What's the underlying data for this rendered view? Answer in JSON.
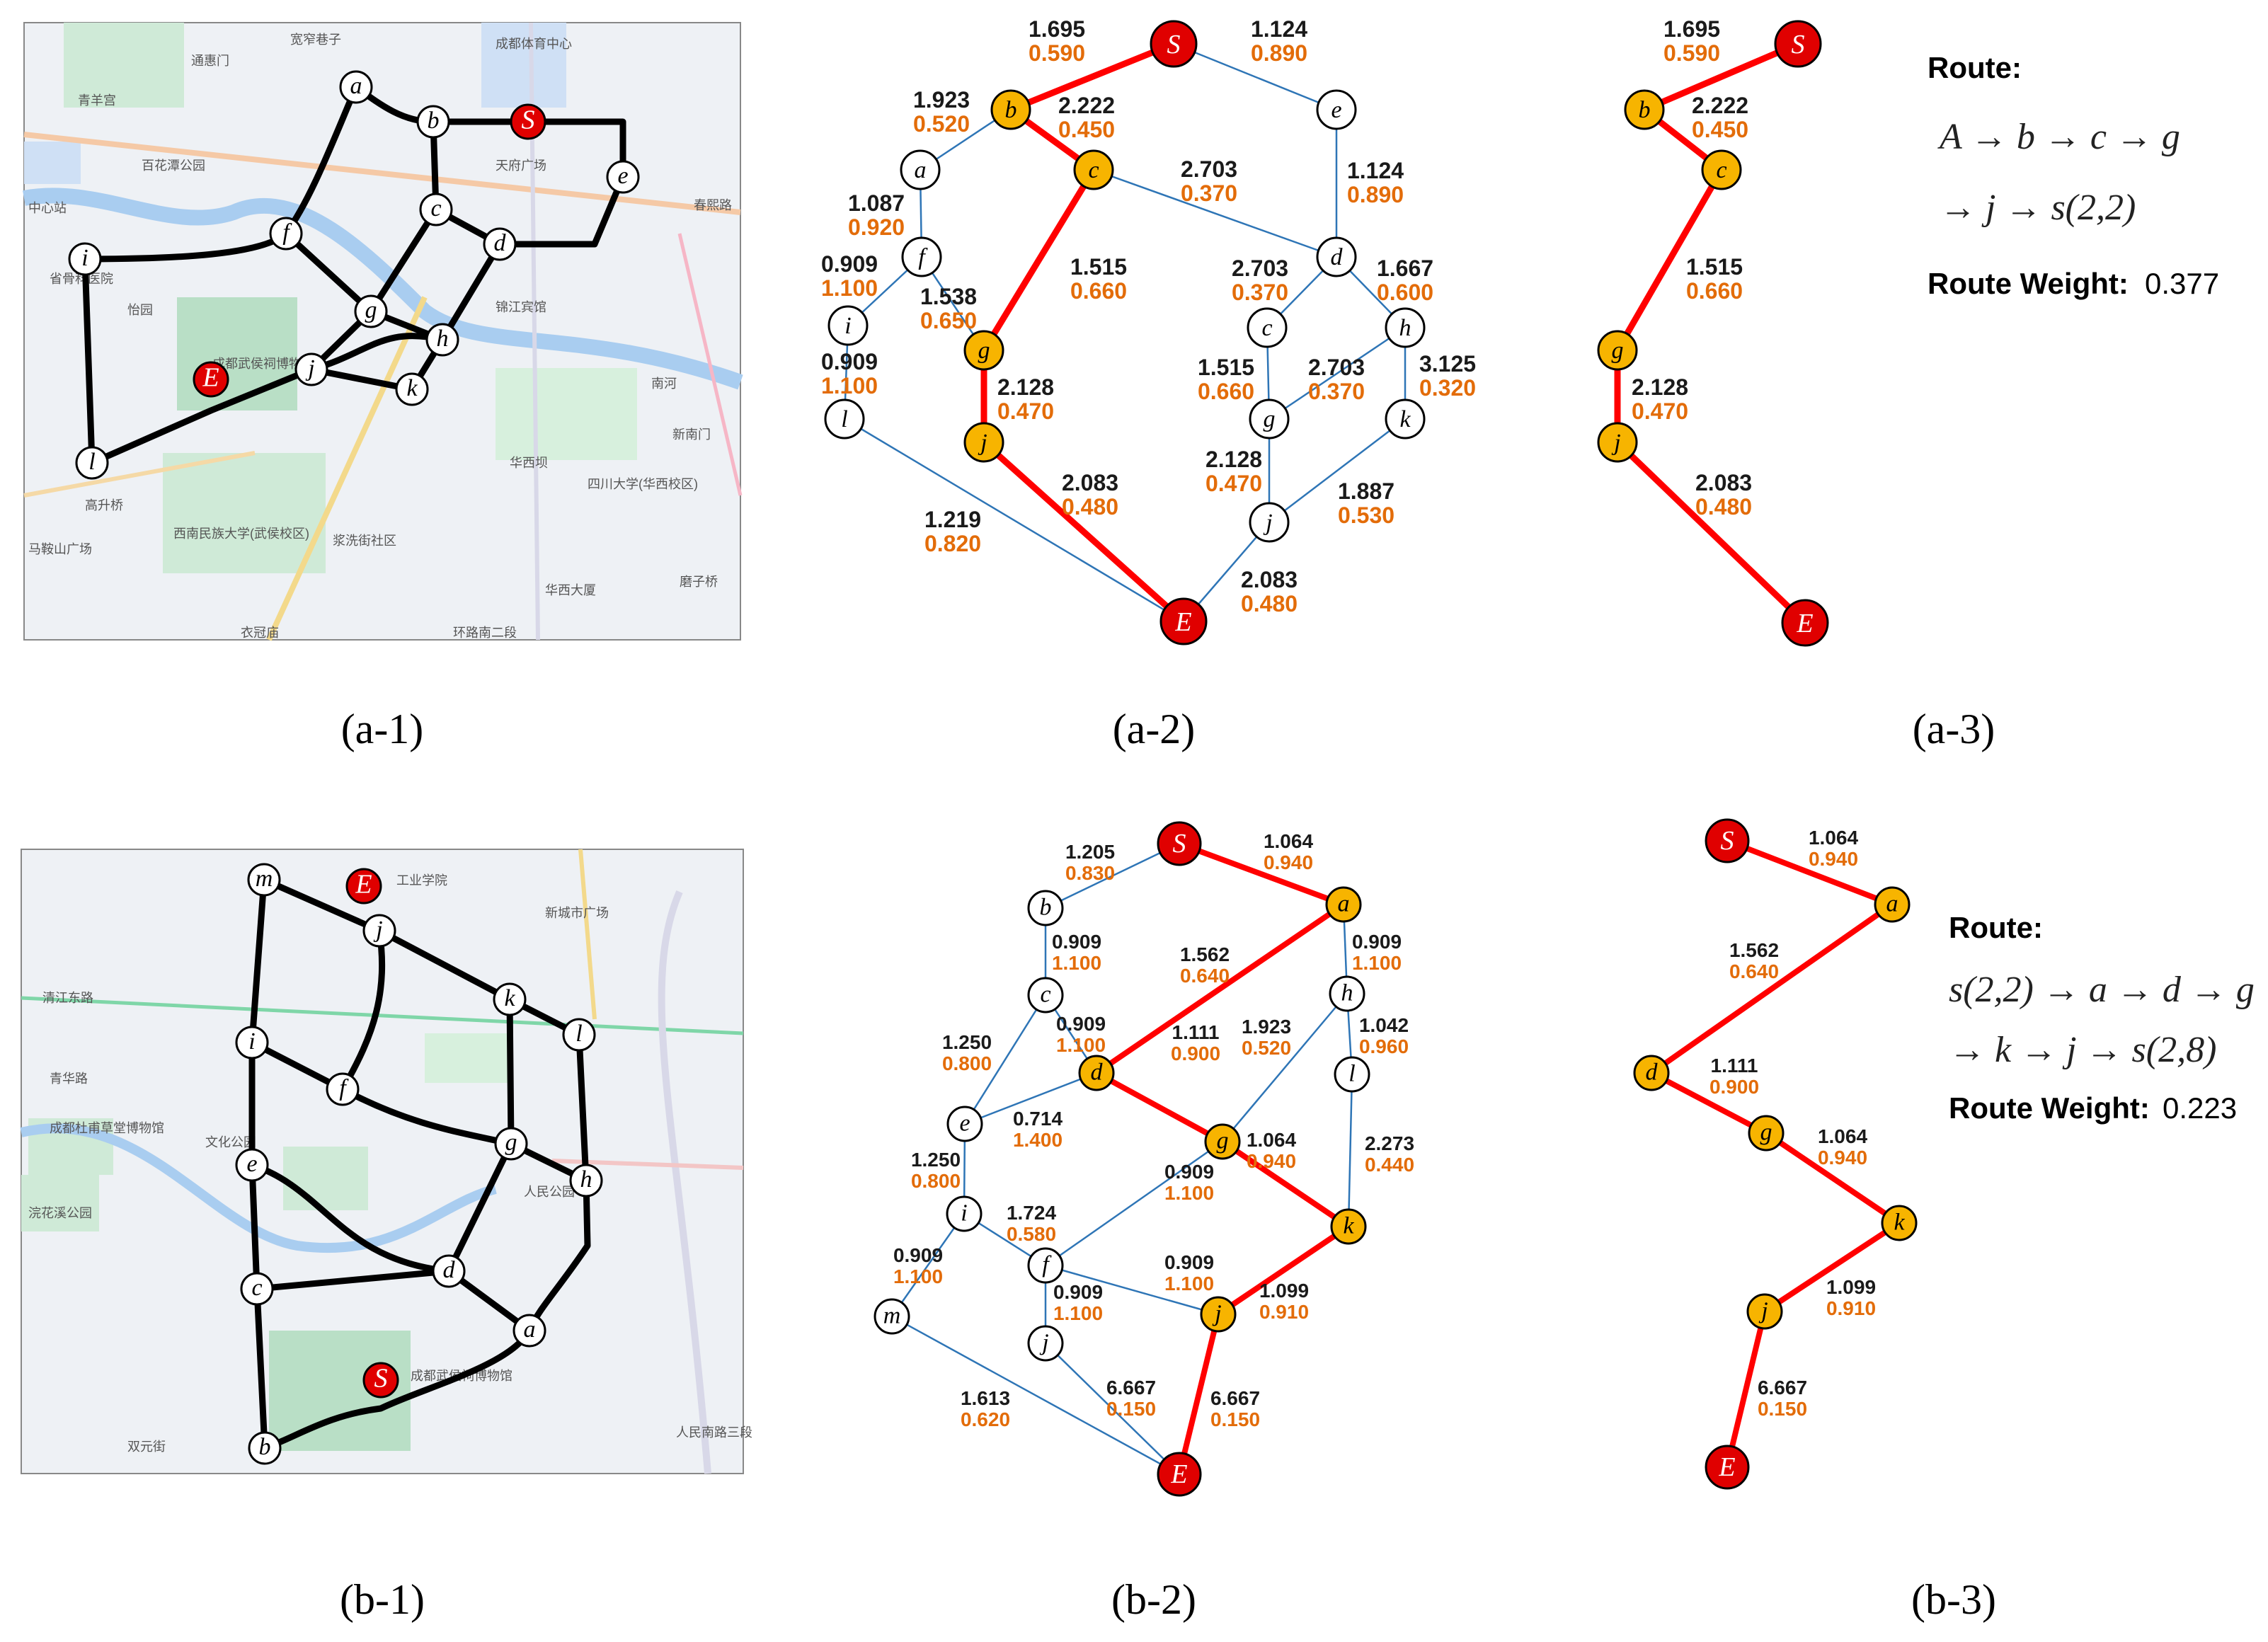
{
  "captions": {
    "a1": "(a-1)",
    "a2": "(a-2)",
    "a3": "(a-3)",
    "b1": "(b-1)",
    "b2": "(b-2)",
    "b3": "(b-3)"
  },
  "panel_a3": {
    "route_title": "Route:",
    "route_line1": "A → b → c → g",
    "route_line2": "→ j → s(2,2)",
    "weight_label": "Route Weight:",
    "weight_value": "0.377"
  },
  "panel_b3": {
    "route_title": "Route:",
    "route_line1": "s(2,2) → a → d → g",
    "route_line2": "→ k → j → s(2,8)",
    "weight_label": "Route Weight:",
    "weight_value": "0.223"
  },
  "map_a_labels": [
    "通惠门",
    "宽窄巷子",
    "成都体育中心",
    "青羊宫",
    "百花潭公园",
    "天府广场",
    "中心站",
    "春熙路",
    "省骨科医院",
    "锦江宾馆",
    "怡园",
    "成都武侯祠博物馆",
    "南河",
    "四川大学(华西校区)",
    "西南民族大学(武侯校区)",
    "浆洗街社区",
    "华西坝",
    "华西大厦",
    "磨子桥",
    "高升桥",
    "马鞍山广场",
    "新南门",
    "衣冠庙",
    "环路南二段"
  ],
  "map_b_labels": [
    "工业学院",
    "新城市广场",
    "清江东路",
    "青华路",
    "成都杜甫草堂博物馆",
    "文化公园",
    "浣花溪公园",
    "人民公园",
    "成都武侯祠博物馆",
    "双元街",
    "人民南路三段"
  ],
  "colors": {
    "start_end": "#e00000",
    "path_node": "#f7b400",
    "path_edge": "#ff0000",
    "graph_edge": "#2e75b6",
    "weight_top": "#1a1a1a",
    "weight_bottom": "#e36c09",
    "map_road": "#000000"
  }
}
